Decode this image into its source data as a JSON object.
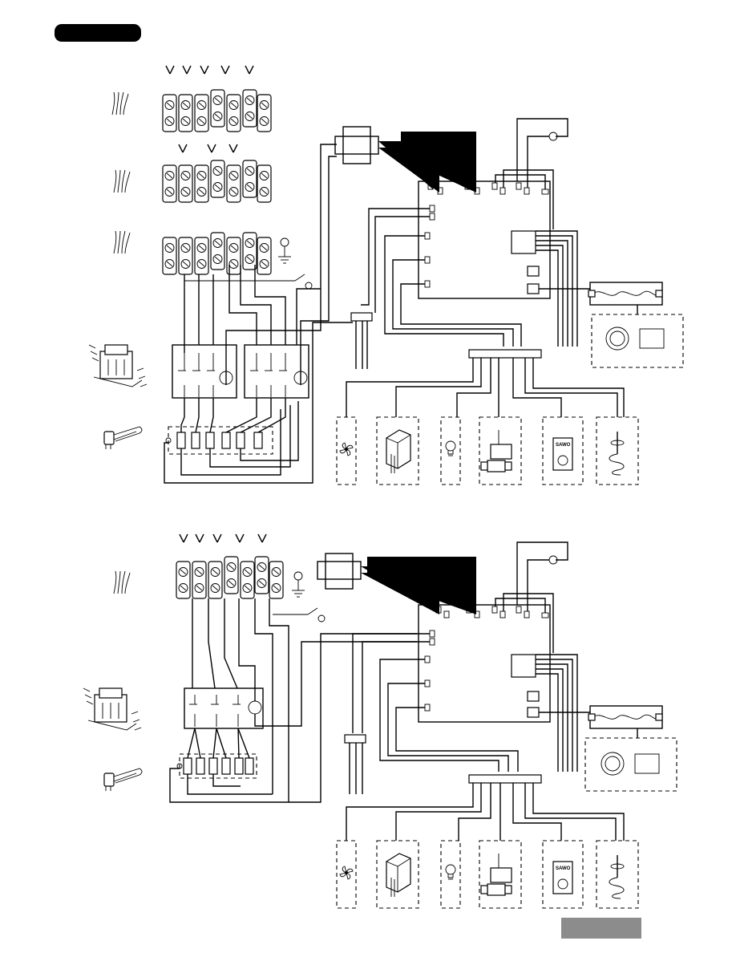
{
  "header": {
    "tab_text": "",
    "tab_color": "#000000"
  },
  "footer": {
    "page_number": "",
    "box_color": "#8c8c8c"
  },
  "diagrams": [
    {
      "id": "wiring-diagram-1",
      "label": ""
    },
    {
      "id": "wiring-diagram-2",
      "label": ""
    }
  ],
  "components": {
    "control_unit_logo": "SAWO",
    "icons": [
      "fan-icon",
      "solenoid-box-icon",
      "light-bulb-icon",
      "water-valve-icon",
      "control-panel-icon",
      "temperature-sensor-icon",
      "contactor-icon",
      "heating-element-icon",
      "wire-bundle-icon",
      "terminal-block-icon",
      "transformer-icon",
      "ground-icon",
      "switch-icon",
      "lamp-indicator-icon"
    ]
  }
}
